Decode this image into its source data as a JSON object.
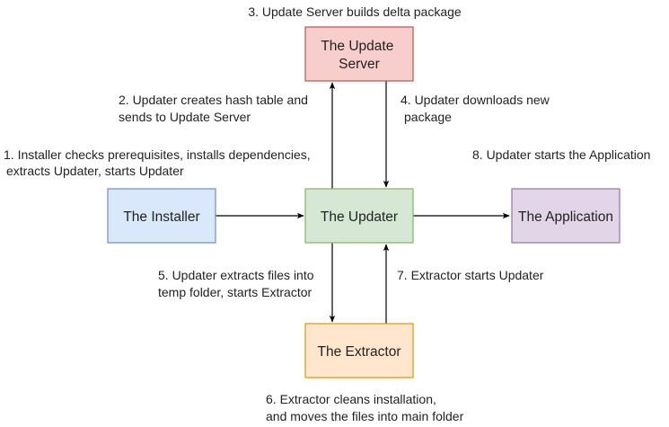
{
  "nodes": {
    "update_server": {
      "lines": [
        "The Update",
        "Server"
      ],
      "fill": "#f8cecc",
      "stroke": "#b85450"
    },
    "installer": {
      "lines": [
        "The Installer"
      ],
      "fill": "#dae8fc",
      "stroke": "#6c8ebf"
    },
    "updater": {
      "lines": [
        "The Updater"
      ],
      "fill": "#d5e8d4",
      "stroke": "#82b366"
    },
    "application": {
      "lines": [
        "The Application"
      ],
      "fill": "#e1d5e7",
      "stroke": "#9673a6"
    },
    "extractor": {
      "lines": [
        "The Extractor"
      ],
      "fill": "#ffe6cc",
      "stroke": "#d79b00"
    }
  },
  "labels": {
    "step1": [
      "1. Installer checks prerequisites, installs dependencies,",
      "extracts Updater, starts Updater"
    ],
    "step2": [
      "2. Updater creates hash table and",
      "sends to Update Server"
    ],
    "step3": [
      "3. Update Server builds delta package"
    ],
    "step4": [
      "4. Updater downloads new",
      "package"
    ],
    "step5": [
      "5. Updater extracts files into",
      "temp folder, starts Extractor"
    ],
    "step6": [
      "6. Extractor cleans installation,",
      "and moves the files into main folder"
    ],
    "step7": [
      "7. Extractor starts Updater"
    ],
    "step8": [
      "8. Updater starts the Application"
    ]
  }
}
